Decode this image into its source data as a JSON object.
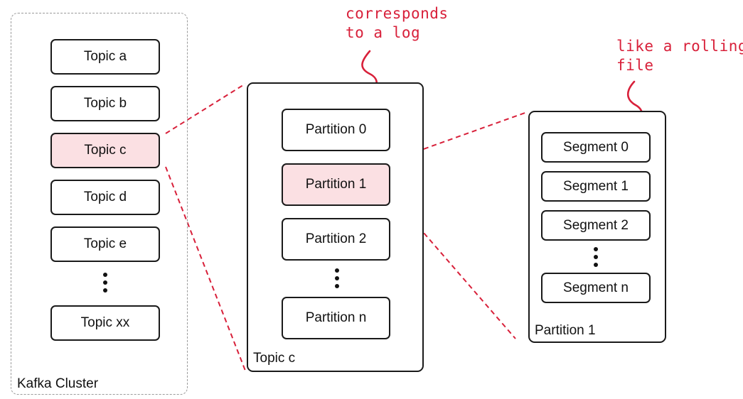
{
  "cluster": {
    "label": "Kafka Cluster",
    "topics": [
      "Topic a",
      "Topic b",
      "Topic c",
      "Topic d",
      "Topic e",
      "Topic xx"
    ],
    "highlighted": "Topic c"
  },
  "topic": {
    "label": "Topic c",
    "partitions": [
      "Partition 0",
      "Partition 1",
      "Partition 2",
      "Partition n"
    ],
    "highlighted": "Partition 1"
  },
  "partition": {
    "label": "Partition 1",
    "segments": [
      "Segment 0",
      "Segment 1",
      "Segment 2",
      "Segment n"
    ]
  },
  "annotations": {
    "log_note": [
      "corresponds",
      "to a log"
    ],
    "segment_note": [
      "like a rolling",
      "file"
    ]
  },
  "colors": {
    "highlight_fill": "#fbe0e3",
    "annotation": "#d8203a",
    "connector": "#d8203a"
  }
}
